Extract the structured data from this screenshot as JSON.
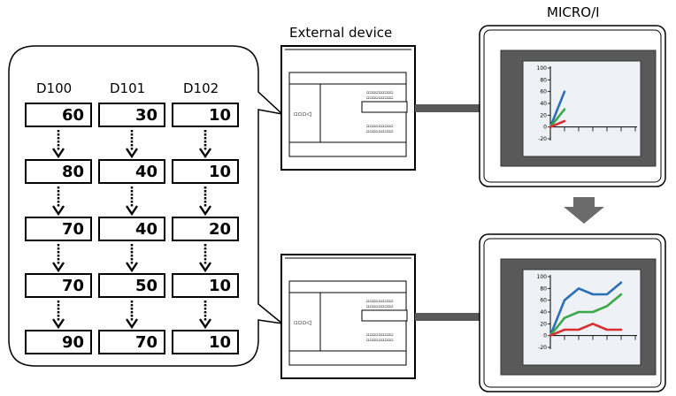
{
  "labels": {
    "external_device": "External device",
    "micro_i": "MICRO/I"
  },
  "columns": [
    "D100",
    "D101",
    "D102"
  ],
  "table_rows": [
    [
      60,
      30,
      10
    ],
    [
      80,
      40,
      10
    ],
    [
      70,
      40,
      20
    ],
    [
      70,
      50,
      10
    ],
    [
      90,
      70,
      10
    ]
  ],
  "chart_ticks": [
    "100",
    "80",
    "60",
    "40",
    "20",
    "0",
    "-20"
  ],
  "chart_data": [
    {
      "type": "line",
      "ylim": [
        -20,
        100
      ],
      "series": [
        {
          "color": "#2a6fb5",
          "values": [
            0,
            60
          ]
        },
        {
          "color": "#3aa84a",
          "values": [
            0,
            30
          ]
        },
        {
          "color": "#d83030",
          "values": [
            0,
            10
          ]
        }
      ]
    },
    {
      "type": "line",
      "ylim": [
        -20,
        100
      ],
      "series": [
        {
          "color": "#2a6fb5",
          "values": [
            0,
            60,
            80,
            70,
            70,
            90
          ]
        },
        {
          "color": "#3aa84a",
          "values": [
            0,
            30,
            40,
            40,
            50,
            70
          ]
        },
        {
          "color": "#d83030",
          "values": [
            0,
            10,
            10,
            20,
            10,
            10
          ]
        }
      ]
    }
  ],
  "colors": {
    "chassis": "#595959",
    "screen": "#eef1f5",
    "arrow": "#6b6b6b"
  }
}
